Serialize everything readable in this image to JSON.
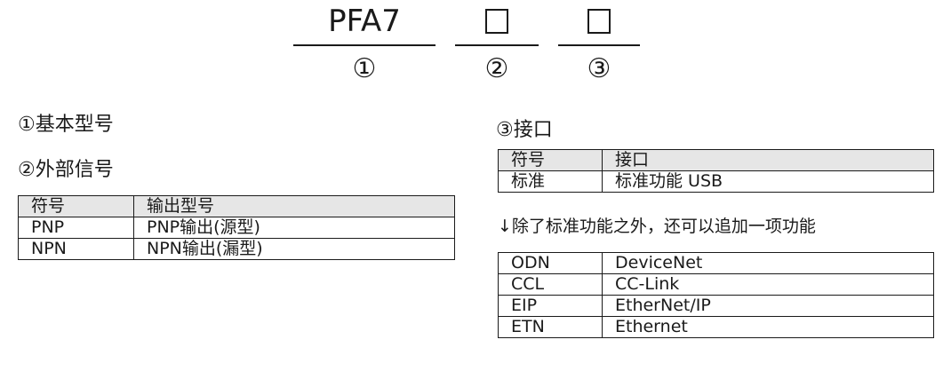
{
  "model_code": {
    "base": "PFA7",
    "markers": [
      "①",
      "②",
      "③"
    ]
  },
  "section_base": {
    "title": "①基本型号"
  },
  "section_signal": {
    "title": "②外部信号",
    "headers": [
      "符号",
      "输出型号"
    ],
    "rows": [
      [
        "PNP",
        "PNP输出(源型)"
      ],
      [
        "NPN",
        "NPN输出(漏型)"
      ]
    ]
  },
  "section_interface": {
    "title": "③接口",
    "headers": [
      "符号",
      "接口"
    ],
    "rows": [
      [
        "标准",
        "标准功能 USB"
      ]
    ],
    "note": "↓除了标准功能之外，还可以追加一项功能",
    "option_rows": [
      [
        "ODN",
        "DeviceNet"
      ],
      [
        "CCL",
        "CC-Link"
      ],
      [
        "EIP",
        "EtherNet/IP"
      ],
      [
        "ETN",
        "Ethernet"
      ]
    ]
  },
  "colors": {
    "header_bg": "#e6e6e6",
    "line": "#1a1a1a"
  }
}
